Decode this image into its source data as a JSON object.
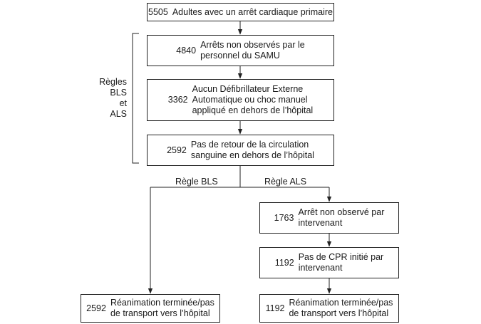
{
  "boxes": {
    "b1": {
      "num": "5505",
      "text": "Adultes avec un arrêt cardiaque primaire"
    },
    "b2": {
      "num": "4840",
      "text": "Arrêts non observés par le\npersonnel du SAMU"
    },
    "b3": {
      "num": "3362",
      "text": "Aucun Défibrillateur Externe\nAutomatique ou choc manuel\nappliqué en dehors de l’hôpital"
    },
    "b4": {
      "num": "2592",
      "text": "Pas de retour de la circulation\nsanguine en dehors de l’hôpital"
    },
    "b5": {
      "num": "1763",
      "text": "Arrêt non observé par\nintervenant"
    },
    "b6": {
      "num": "1192",
      "text": "Pas de CPR initié par\nintervenant"
    },
    "b7": {
      "num": "2592",
      "text": "Réanimation terminée/pas\nde transport vers l’hôpital"
    },
    "b8": {
      "num": "1192",
      "text": "Réanimation terminée/pas\nde transport vers l’hôpital"
    }
  },
  "labels": {
    "rules_bls_als": "Règles\nBLS\net\nALS",
    "bls_rule": "Règle BLS",
    "als_rule": "Règle ALS"
  }
}
